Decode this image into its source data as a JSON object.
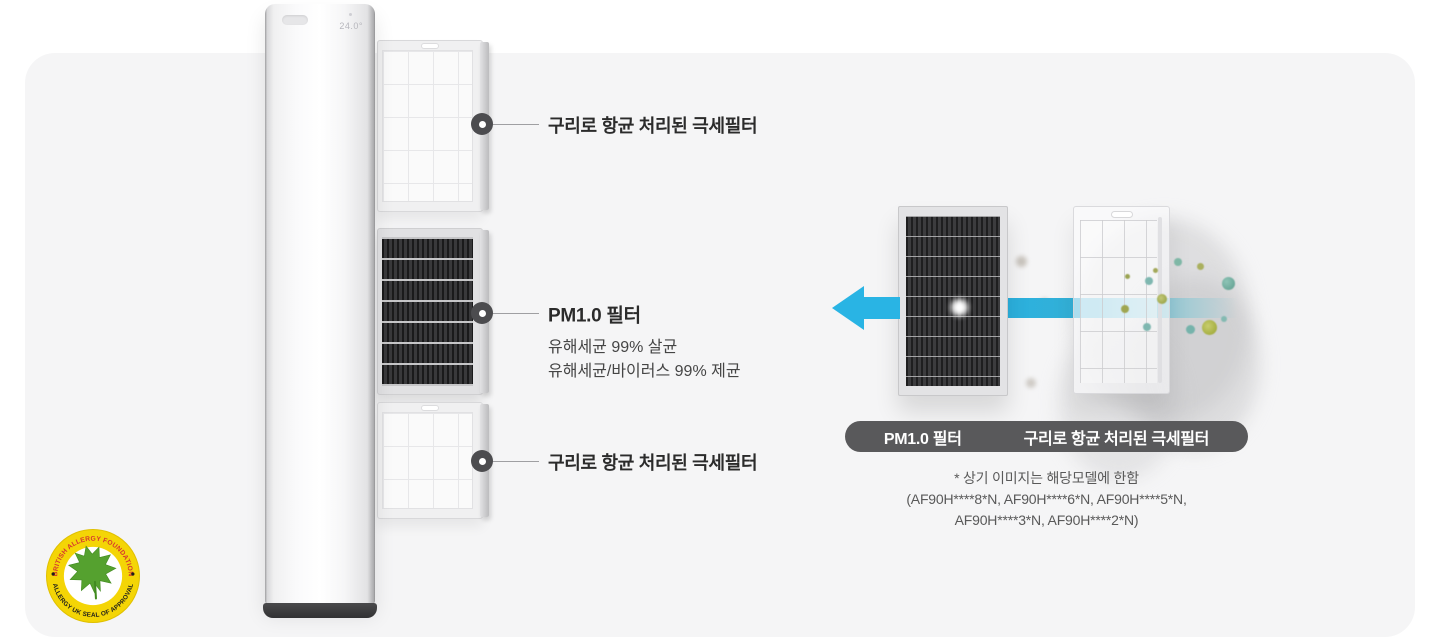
{
  "meta": {
    "description": "Air purifier tower filter infographic"
  },
  "colors": {
    "panel_bg": "#f5f5f6",
    "arrow_cyan": "#29b4e4",
    "badge_bg": "#59595b",
    "label_text": "#2b2b2b",
    "seal_yellow": "#f4d506",
    "seal_red": "#d6372e",
    "seal_leaf_green": "#55a12f"
  },
  "tower": {
    "temp_display": "24.0°"
  },
  "callouts": [
    {
      "label": "구리로 항균 처리된 극세필터"
    },
    {
      "label": "PM1.0 필터",
      "desc": [
        "유해세균 99% 살균",
        "유해세균/바이러스 99% 제균"
      ]
    },
    {
      "label": "구리로 항균 처리된 극세필터"
    }
  ],
  "badge": {
    "left": "PM1.0 필터",
    "right": "구리로 항균 처리된 극세필터"
  },
  "disclaimer": {
    "lines": [
      "* 상기 이미지는 해당모델에 한함",
      "(AF90H****8*N, AF90H****6*N, AF90H****5*N,",
      "AF90H****3*N, AF90H****2*N)"
    ]
  },
  "seal": {
    "top_text": "BRITISH ALLERGY FOUNDATION",
    "bottom_text": "ALLERGY UK SEAL OF APPROVAL"
  }
}
